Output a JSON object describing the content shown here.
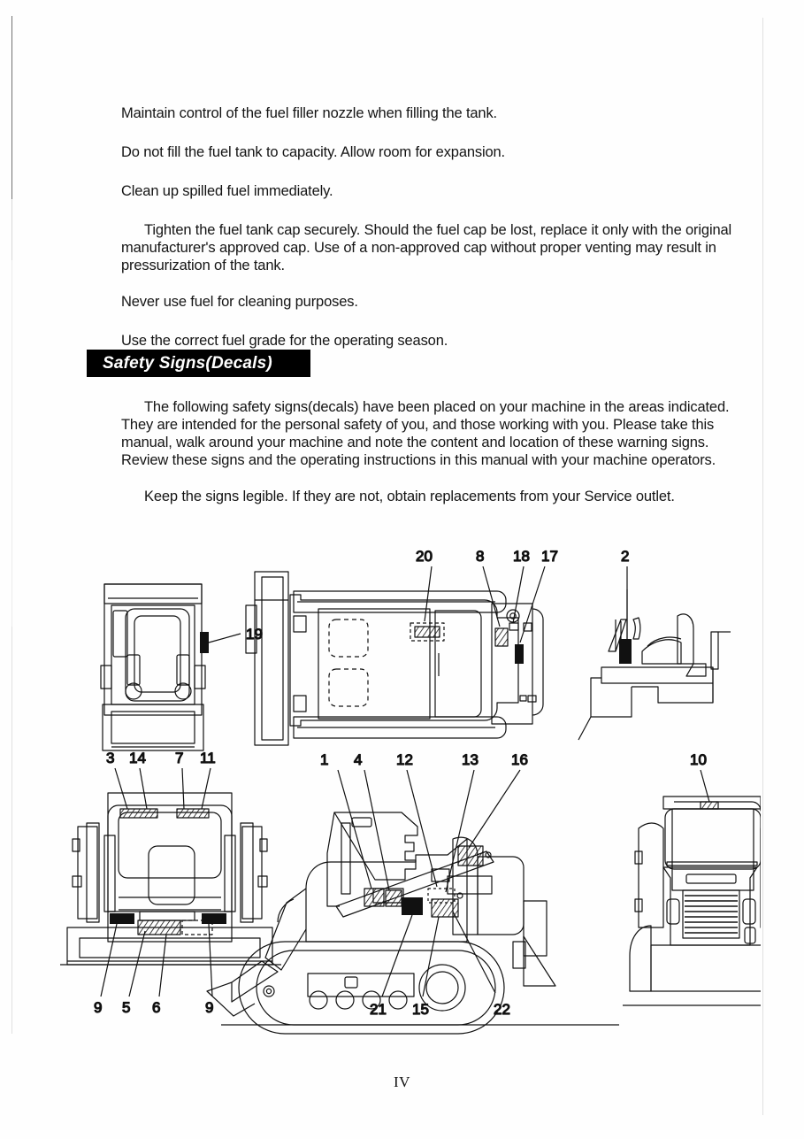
{
  "page": {
    "folio": "IV"
  },
  "fuel_safety": {
    "paragraphs": [
      "Maintain control of the fuel filler nozzle when filling the tank.",
      "Do not fill the fuel tank to capacity. Allow room for expansion.",
      "Clean up spilled fuel immediately.",
      "Tighten the fuel tank cap securely. Should the fuel cap be lost, replace it only with the original manufacturer's approved cap. Use of a non-approved cap without proper venting may result in pressurization of the tank.",
      "Never use fuel for cleaning purposes.",
      "Use the correct fuel grade for the operating season."
    ]
  },
  "section": {
    "heading": "Safety Signs(Decals)",
    "paragraphs": [
      "The following safety signs(decals) have been placed on your machine in the areas indicated.    They are intended for the personal safety of you, and those working with you. Please take this manual, walk around your machine and note the content and location of these warning signs. Review these signs and the operating instructions in this manual with your machine operators.",
      "Keep the signs legible.   If they are not, obtain replacements from your Service outlet."
    ]
  },
  "figure": {
    "caption": "",
    "views": [
      {
        "name": "cab-top-view",
        "callouts": [
          "19"
        ]
      },
      {
        "name": "machine-plan-view",
        "callouts": [
          "20",
          "8",
          "18",
          "17"
        ]
      },
      {
        "name": "operator-seat-detail-view",
        "callouts": [
          "2"
        ]
      },
      {
        "name": "machine-front-view",
        "callouts": [
          "3",
          "14",
          "7",
          "11",
          "9",
          "5",
          "6",
          "9"
        ]
      },
      {
        "name": "machine-side-view",
        "callouts": [
          "1",
          "4",
          "12",
          "13",
          "16",
          "21",
          "15",
          "22"
        ]
      },
      {
        "name": "machine-rear-view",
        "callouts": [
          "10"
        ]
      }
    ],
    "callouts_top_row": [
      "20",
      "8",
      "18",
      "17",
      "2"
    ],
    "callouts_left_view": [
      "19"
    ],
    "callouts_second_row_left": [
      "3",
      "14",
      "7",
      "11"
    ],
    "callouts_second_row_mid": [
      "1",
      "4",
      "12",
      "13",
      "16"
    ],
    "callouts_second_row_right": [
      "10"
    ],
    "callouts_bottom_left": [
      "9",
      "5",
      "6",
      "9"
    ],
    "callouts_bottom_mid": [
      "21",
      "15",
      "22"
    ]
  },
  "colors": {
    "ink": "#111111",
    "banner_bg": "#000000",
    "banner_text": "#ffffff",
    "paper": "#fefefe"
  }
}
